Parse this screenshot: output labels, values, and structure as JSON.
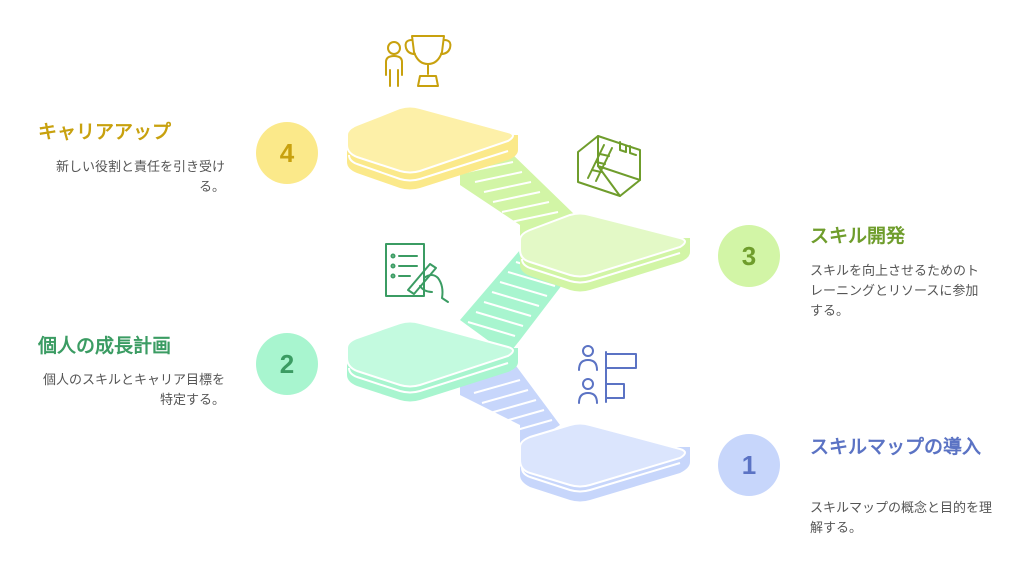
{
  "colors": {
    "step1": "#5b73c4",
    "step2": "#3b9c63",
    "step3": "#6f9d2c",
    "step4": "#c8a10e",
    "desc": "#555555"
  },
  "steps": [
    {
      "number": "1",
      "title": "スキルマップの導入",
      "description": "スキルマップの概念と目的を理解する。",
      "icon": "people-list-icon"
    },
    {
      "number": "2",
      "title": "個人の成長計画",
      "description": "個人のスキルとキャリア目標を特定する。",
      "icon": "document-signing-icon"
    },
    {
      "number": "3",
      "title": "スキル開発",
      "description": "スキルを向上させるためのトレーニングとリソースに参加する。",
      "icon": "ladder-box-icon"
    },
    {
      "number": "4",
      "title": "キャリアアップ",
      "description": "新しい役割と責任を引き受ける。",
      "icon": "person-trophy-icon"
    }
  ]
}
